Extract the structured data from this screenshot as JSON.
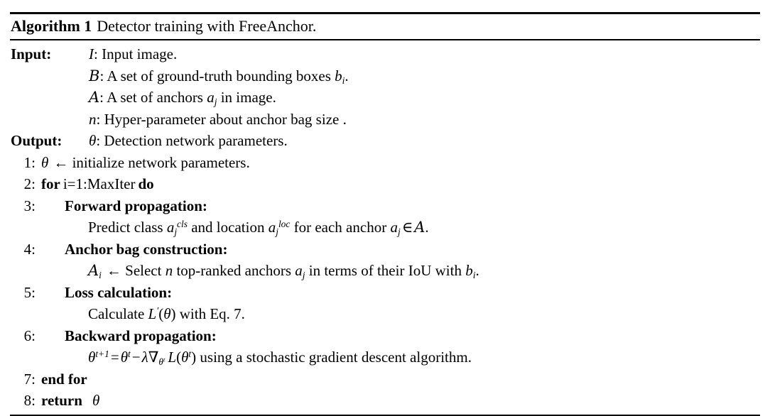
{
  "algorithm": {
    "title_label": "Algorithm 1",
    "title_text": "Detector training with FreeAnchor.",
    "io": {
      "input_label": "Input:",
      "output_label": "Output:",
      "input_lines": [
        {
          "symbol": "I",
          "symbol_style": "italic",
          "text": ": Input image."
        },
        {
          "symbol": "B",
          "symbol_style": "calligraphic",
          "text": ": A set of ground-truth bounding boxes b_i."
        },
        {
          "symbol": "A",
          "symbol_style": "calligraphic",
          "text": ": A set of anchors a_j in image."
        },
        {
          "symbol": "n",
          "symbol_style": "italic",
          "text": ": Hyper-parameter about anchor bag size ."
        }
      ],
      "output_lines": [
        {
          "symbol": "θ",
          "symbol_style": "italic",
          "text": ": Detection network parameters."
        }
      ]
    },
    "steps": [
      {
        "number": "1:",
        "indent": 0,
        "bold_head": "",
        "text": "θ ← initialize network parameters."
      },
      {
        "number": "2:",
        "indent": 0,
        "bold_head": "for",
        "text": "i=1:MaxIter do"
      },
      {
        "number": "3:",
        "indent": 1,
        "bold_head": "Forward propagation:",
        "text": ""
      },
      {
        "number": "",
        "indent": 2,
        "bold_head": "",
        "text": "Predict class a_j^{cls} and location a_j^{loc} for each anchor a_j ∈ A."
      },
      {
        "number": "4:",
        "indent": 1,
        "bold_head": "Anchor bag construction:",
        "text": ""
      },
      {
        "number": "",
        "indent": 2,
        "bold_head": "",
        "text": "A_i ← Select n top-ranked anchors a_j in terms of their IoU with b_i."
      },
      {
        "number": "5:",
        "indent": 1,
        "bold_head": "Loss calculation:",
        "text": ""
      },
      {
        "number": "",
        "indent": 2,
        "bold_head": "",
        "text": "Calculate L'(θ) with Eq. 7."
      },
      {
        "number": "6:",
        "indent": 1,
        "bold_head": "Backward propagation:",
        "text": ""
      },
      {
        "number": "",
        "indent": 2,
        "bold_head": "",
        "text": "θ^{t+1} = θ^t − λ∇_{θ^t} L(θ^t) using a stochastic gradient descent algorithm."
      },
      {
        "number": "7:",
        "indent": 0,
        "bold_head": "end for",
        "text": ""
      },
      {
        "number": "8:",
        "indent": 0,
        "bold_head": "return",
        "text": "θ"
      }
    ],
    "step_numbers": {
      "n1": "1:",
      "n2": "2:",
      "n3": "3:",
      "n4": "4:",
      "n5": "5:",
      "n6": "6:",
      "n7": "7:",
      "n8": "8:"
    },
    "labels": {
      "forward_propagation": "Forward propagation:",
      "anchor_bag_construction": "Anchor bag construction:",
      "loss_calculation": "Loss calculation:",
      "backward_propagation": "Backward propagation:",
      "end_for": "end for",
      "return": "return",
      "for_keyword": "for",
      "do_keyword": "do",
      "for_range": "i=1:MaxIter"
    },
    "phrases": {
      "init_network": "← initialize network parameters.",
      "input_image": ": Input image.",
      "gt_boxes_pre": ": A set of ground-truth bounding boxes ",
      "anchors_pre": ": A set of anchors ",
      "anchors_post": " in image.",
      "hyper_param": ": Hyper-parameter about anchor bag size .",
      "detection_params": ": Detection network parameters.",
      "predict_class": "Predict class ",
      "and_location": " and location ",
      "for_each_anchor": " for each anchor ",
      "select_pre": "← Select ",
      "top_ranked": " top-ranked anchors ",
      "in_terms_of": " in terms of their IoU with ",
      "calculate": "Calculate ",
      "with_eq": " with Eq. 7.",
      "using_sgd": " using a stochastic gradient descent algorithm.",
      "period": ".",
      "cls_sup": "cls",
      "loc_sup": "loc",
      "j_sub": "j",
      "i_sub": "i",
      "t_sup": "t",
      "t_plus_1": "t+1",
      "n_var": "n",
      "eq_sign": "=",
      "minus_sign": "−",
      "in_sign": "∈",
      "arrow": "←",
      "nabla": "∇",
      "lambda": "λ",
      "theta": "θ",
      "cal_A": "A",
      "cal_B": "B",
      "var_I": "I",
      "var_L": "L",
      "var_a": "a",
      "var_b": "b",
      "prime": "′",
      "lparen": "(",
      "rparen": ")"
    }
  }
}
